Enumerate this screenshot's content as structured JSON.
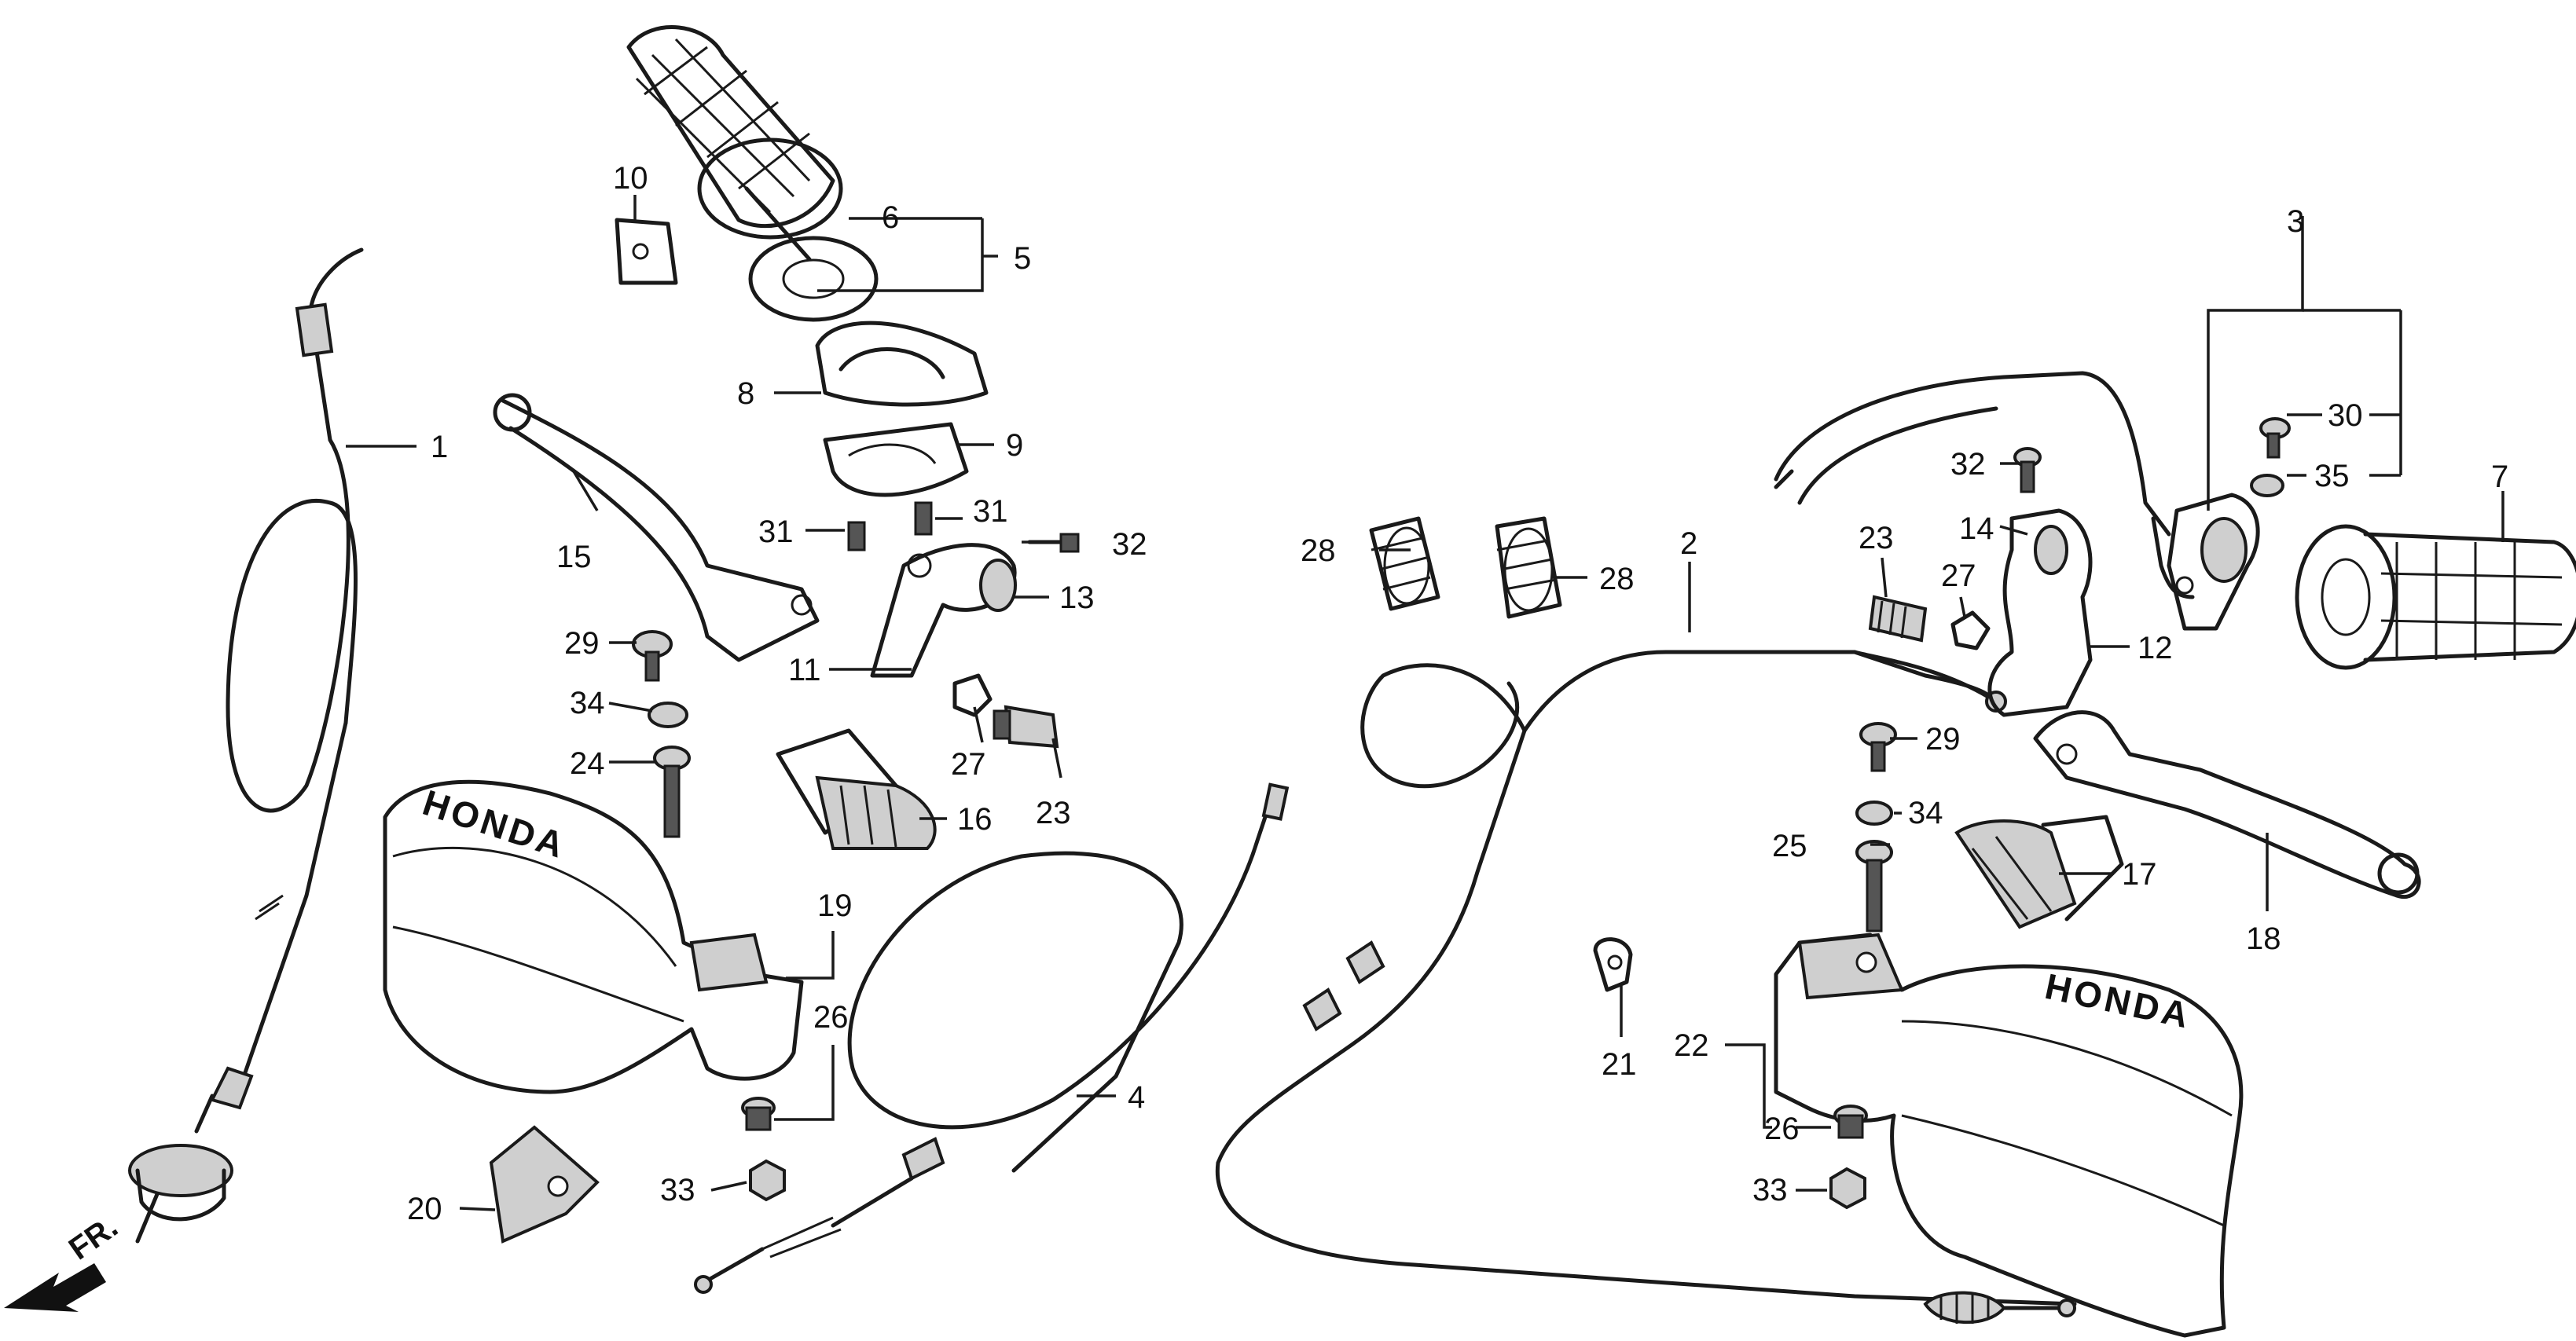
{
  "brand": "HONDA",
  "direction_marker": "FR.",
  "callouts": [
    {
      "id": "c1",
      "number": "1"
    },
    {
      "id": "c2",
      "number": "2"
    },
    {
      "id": "c3",
      "number": "3"
    },
    {
      "id": "c4",
      "number": "4"
    },
    {
      "id": "c5",
      "number": "5"
    },
    {
      "id": "c6",
      "number": "6"
    },
    {
      "id": "c7",
      "number": "7"
    },
    {
      "id": "c8",
      "number": "8"
    },
    {
      "id": "c9",
      "number": "9"
    },
    {
      "id": "c10",
      "number": "10"
    },
    {
      "id": "c11",
      "number": "11"
    },
    {
      "id": "c12",
      "number": "12"
    },
    {
      "id": "c13",
      "number": "13"
    },
    {
      "id": "c14",
      "number": "14"
    },
    {
      "id": "c15",
      "number": "15"
    },
    {
      "id": "c16",
      "number": "16"
    },
    {
      "id": "c17",
      "number": "17"
    },
    {
      "id": "c18",
      "number": "18"
    },
    {
      "id": "c19",
      "number": "19"
    },
    {
      "id": "c20",
      "number": "20"
    },
    {
      "id": "c21",
      "number": "21"
    },
    {
      "id": "c22",
      "number": "22"
    },
    {
      "id": "c23a",
      "number": "23"
    },
    {
      "id": "c23b",
      "number": "23"
    },
    {
      "id": "c24",
      "number": "24"
    },
    {
      "id": "c25",
      "number": "25"
    },
    {
      "id": "c26a",
      "number": "26"
    },
    {
      "id": "c26b",
      "number": "26"
    },
    {
      "id": "c27a",
      "number": "27"
    },
    {
      "id": "c27b",
      "number": "27"
    },
    {
      "id": "c28a",
      "number": "28"
    },
    {
      "id": "c28b",
      "number": "28"
    },
    {
      "id": "c29a",
      "number": "29"
    },
    {
      "id": "c29b",
      "number": "29"
    },
    {
      "id": "c30",
      "number": "30"
    },
    {
      "id": "c31a",
      "number": "31"
    },
    {
      "id": "c31b",
      "number": "31"
    },
    {
      "id": "c32a",
      "number": "32"
    },
    {
      "id": "c32b",
      "number": "32"
    },
    {
      "id": "c33a",
      "number": "33"
    },
    {
      "id": "c33b",
      "number": "33"
    },
    {
      "id": "c34a",
      "number": "34"
    },
    {
      "id": "c34b",
      "number": "34"
    },
    {
      "id": "c35",
      "number": "35"
    }
  ]
}
